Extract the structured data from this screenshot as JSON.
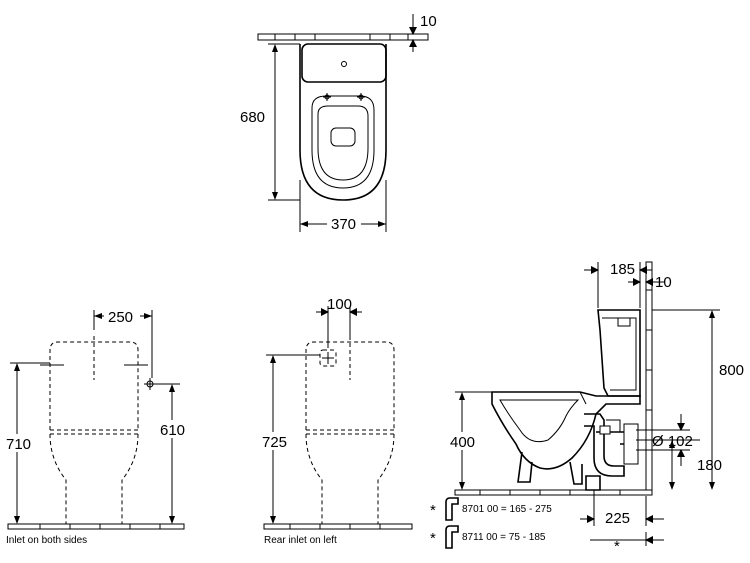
{
  "top_view": {
    "wall_offset": "10",
    "depth": "680",
    "width": "370"
  },
  "front_view_both_sides": {
    "inlet_offset": "250",
    "cistern_height": "710",
    "inlet_height": "610",
    "caption": "Inlet on both sides"
  },
  "front_view_rear_inlet": {
    "inlet_offset": "100",
    "cistern_height": "725",
    "caption": "Rear inlet on left"
  },
  "side_view": {
    "cistern_depth": "185",
    "wall_gap": "10",
    "total_height": "800",
    "seat_height": "400",
    "outlet_diameter": "Ø 102",
    "outlet_height": "180",
    "outlet_distance": "225",
    "star_marker": "*"
  },
  "notes": [
    {
      "marker": "*",
      "text": "8701 00 = 165 - 275"
    },
    {
      "marker": "*",
      "text": "8711 00 = 75 - 185"
    }
  ]
}
